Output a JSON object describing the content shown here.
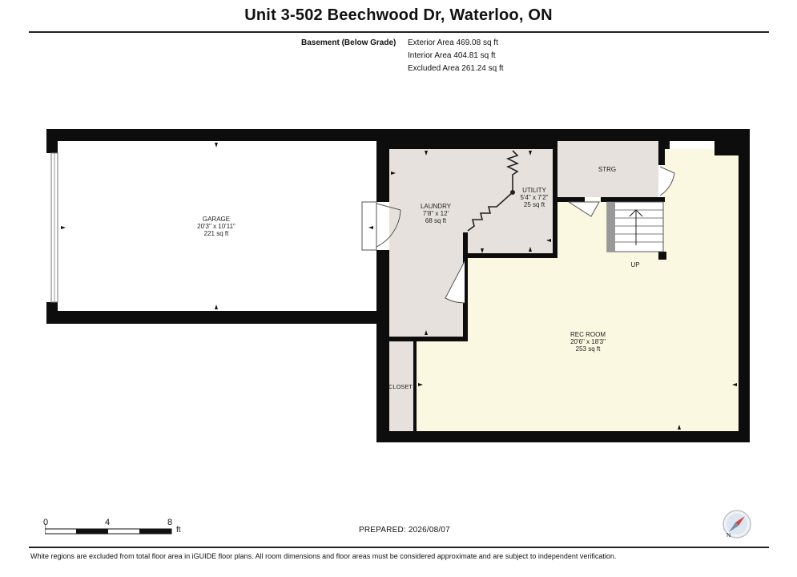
{
  "title": "Unit 3-502 Beechwood Dr, Waterloo, ON",
  "summary": {
    "level_label": "Basement (Below Grade)",
    "exterior": "Exterior Area 469.08 sq ft",
    "interior": "Interior Area 404.81 sq ft",
    "excluded": "Excluded Area 261.24 sq ft"
  },
  "rooms": {
    "garage": {
      "name": "GARAGE",
      "dims": "20'3\" x 10'11\"",
      "area": "221 sq ft"
    },
    "laundry": {
      "name": "LAUNDRY",
      "dims": "7'8\" x 12'",
      "area": "68 sq ft"
    },
    "utility": {
      "name": "UTILITY",
      "dims": "5'4\" x 7'2\"",
      "area": "25 sq ft"
    },
    "strg": {
      "name": "STRG"
    },
    "rec_room": {
      "name": "REC ROOM",
      "dims": "20'6\" x 18'3\"",
      "area": "253 sq ft"
    },
    "closet": {
      "name": "CLOSET"
    },
    "stairs": {
      "label": "UP"
    }
  },
  "scale_bar": {
    "labels": [
      "0",
      "4",
      "8"
    ],
    "unit": "ft"
  },
  "prepared": "PREPARED: 2026/08/07",
  "footer": "White regions are excluded from total floor area in iGUIDE floor plans. All room dimensions and floor areas must be considered approximate and are subject to independent verification.",
  "colors": {
    "wall": "#0d0d0d",
    "room_grey": "#e6e1dc",
    "room_yellow": "#fbf8e1",
    "compass": "#c84b4b"
  }
}
